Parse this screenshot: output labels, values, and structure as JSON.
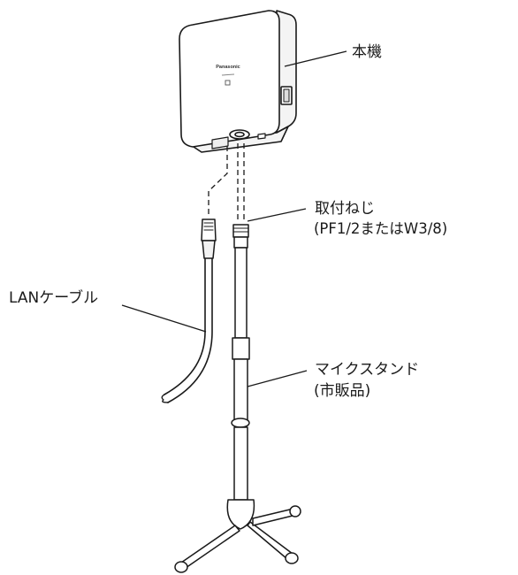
{
  "labels": {
    "main_unit": "本機",
    "mount_screw": "取付ねじ",
    "mount_screw_spec": "(PF1/2またはW3/8)",
    "lan_cable": "LANケーブル",
    "mic_stand": "マイクスタンド",
    "mic_stand_note": "(市販品)"
  },
  "device": {
    "brand": "Panasonic"
  }
}
